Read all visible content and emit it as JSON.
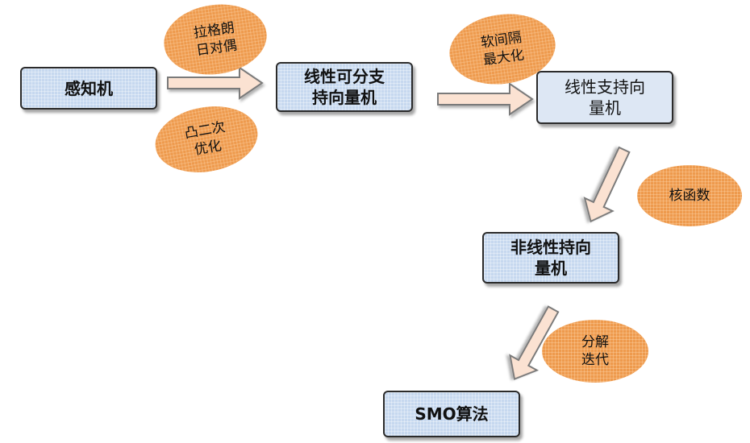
{
  "nodes": {
    "perceptron": "感知机",
    "linear_separable_svm": "线性可分支\n持向量机",
    "linear_svm": "线性支持向\n量机",
    "nonlinear_svm": "非线性持向\n量机",
    "smo": "SMO算法"
  },
  "edge_labels": {
    "lagrange_dual": "拉格朗\n日对偶",
    "convex_quadratic": "凸二次\n优化",
    "soft_margin": "软间隔\n最大化",
    "kernel": "核函数",
    "decomposition": "分解\n迭代"
  },
  "colors": {
    "box_fill": "#c6d8ef",
    "box_fill_light": "#dde7f4",
    "oval_fill": "#ee9a4d",
    "arrow_fill": "#fbe2d2",
    "arrow_stroke": "#7a7a7a"
  }
}
